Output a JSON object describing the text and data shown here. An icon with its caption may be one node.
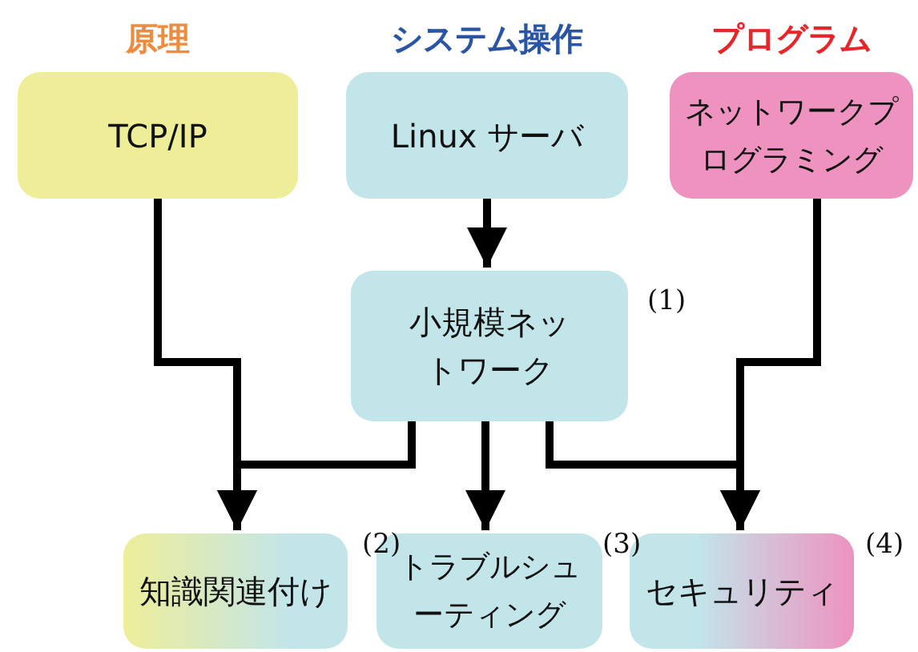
{
  "diagram": {
    "nodes": [
      {
        "text": [
          "原理",
          "TCP/IP"
        ]
      },
      {
        "text": [
          "システム操作",
          "Linux サーバ"
        ]
      },
      {
        "text": [
          "プログラム",
          "ネットワークプログラミング"
        ]
      },
      {
        "text": [
          "小規模ネットワーク"
        ],
        "beside": [
          "(1)"
        ]
      },
      {
        "text": [
          "知識関連付け"
        ],
        "beside": [
          "(2)"
        ]
      },
      {
        "text": [
          "トラブルシューティング"
        ],
        "beside": [
          "(3)"
        ]
      },
      {
        "text": [
          "セキュリティ"
        ],
        "beside": [
          "(4)"
        ]
      }
    ],
    "edges": [
      {
        "from": 0,
        "to": 4,
        "arrow": "to"
      },
      {
        "from": 1,
        "to": 3,
        "arrow": "to"
      },
      {
        "from": 3,
        "to": 4,
        "arrow": "to"
      },
      {
        "from": 3,
        "to": 5,
        "arrow": "to"
      },
      {
        "from": 3,
        "to": 6,
        "arrow": "to"
      },
      {
        "from": 2,
        "to": 6,
        "arrow": "to"
      }
    ]
  }
}
